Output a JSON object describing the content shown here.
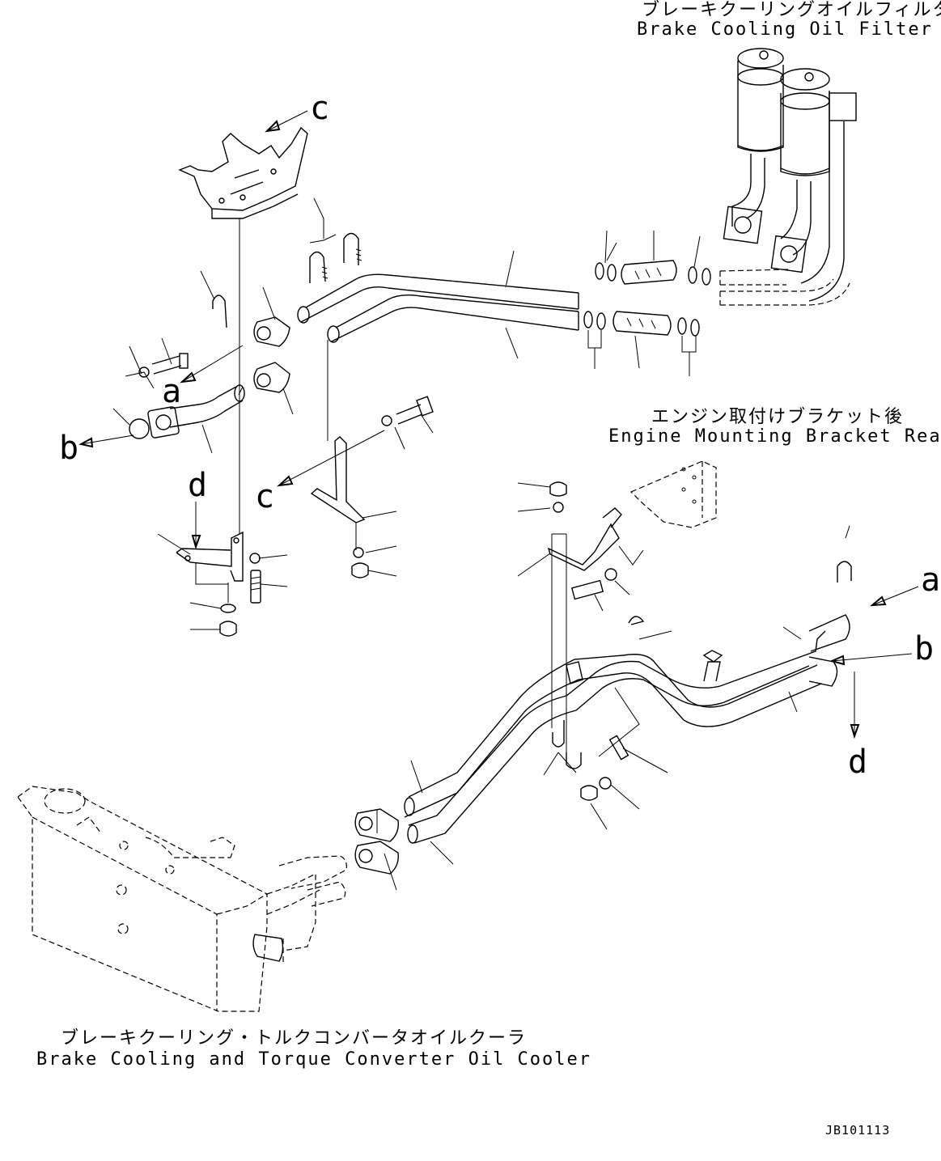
{
  "labels": {
    "filter_jp": "ブレーキクーリングオイルフィルタ",
    "filter_en": "Brake Cooling Oil Filter",
    "bracket_jp": "エンジン取付けブラケット後",
    "bracket_en": "Engine Mounting Bracket Rear",
    "cooler_jp": "ブレーキクーリング・トルクコンバータオイルクーラ",
    "cooler_en": "Brake Cooling and Torque Converter Oil Cooler"
  },
  "refs": {
    "c_top": "c",
    "a_left": "a",
    "b_left": "b",
    "d_left": "d",
    "c_mid": "c",
    "a_right": "a",
    "b_right": "b",
    "d_right": "d"
  },
  "drawing_code": "JB101113"
}
